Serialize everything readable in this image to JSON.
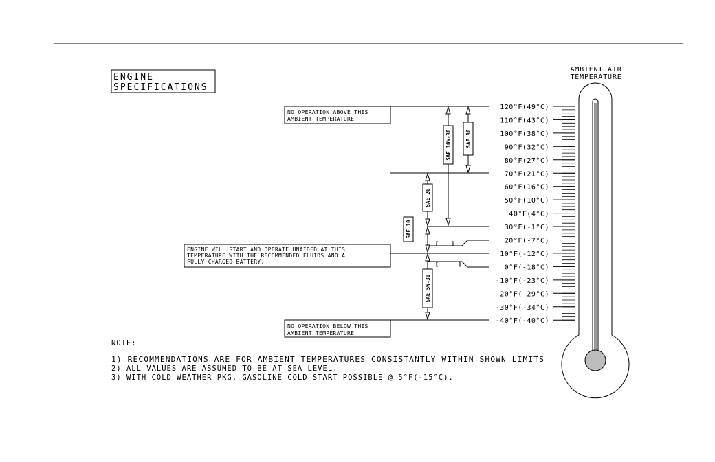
{
  "title_lines": [
    "ENGINE",
    "SPECIFICATIONS"
  ],
  "header_lines": [
    "AMBIENT AIR",
    "TEMPERATURE"
  ],
  "scale_labels": [
    "120°F(49°C)",
    "110°F(43°C)",
    "100°F(38°C)",
    "90°F(32°C)",
    "80°F(27°C)",
    "70°F(21°C)",
    "60°F(16°C)",
    "50°F(10°C)",
    "40°F(4°C)",
    "30°F(-1°C)",
    "20°F(-7°C)",
    "10°F(-12°C)",
    "0°F(-18°C)",
    "-10°F(-23°C)",
    "-20°F(-29°C)",
    "-30°F(-34°C)",
    "-40°F(-40°C)"
  ],
  "callouts": {
    "above": [
      "NO OPERATION ABOVE THIS",
      "AMBIENT TEMPERATURE"
    ],
    "below": [
      "NO OPERATION BELOW THIS",
      "AMBIENT TEMPERATURE"
    ],
    "start": [
      "ENGINE WILL START AND OPERATE UNAIDED AT THIS",
      "TEMPERATURE WITH THE RECOMMENDED FLUIDS AND A",
      "FULLY CHARGED BATTERY."
    ]
  },
  "oil_grades": [
    {
      "label": "SAE 10W-30",
      "max_f": 120,
      "min_f": 30
    },
    {
      "label": "SAE 30",
      "max_f": 120,
      "min_f": 70
    },
    {
      "label": "SAE 20",
      "max_f": 70,
      "min_f": 30
    },
    {
      "label": "SAE 10",
      "max_f": 30,
      "min_f": 10
    },
    {
      "label": "SAE 5W-30",
      "max_f": 10,
      "min_f": -40
    }
  ],
  "notes": {
    "heading": "NOTE:",
    "items": [
      "1) RECOMMENDATIONS ARE FOR AMBIENT TEMPERATURES CONSISTANTLY WITHIN SHOWN LIMITS",
      "2) ALL VALUES ARE ASSUMED TO BE AT SEA LEVEL.",
      "3) WITH COLD WEATHER PKG, GASOLINE COLD START POSSIBLE @  5°F(-15°C)."
    ]
  }
}
